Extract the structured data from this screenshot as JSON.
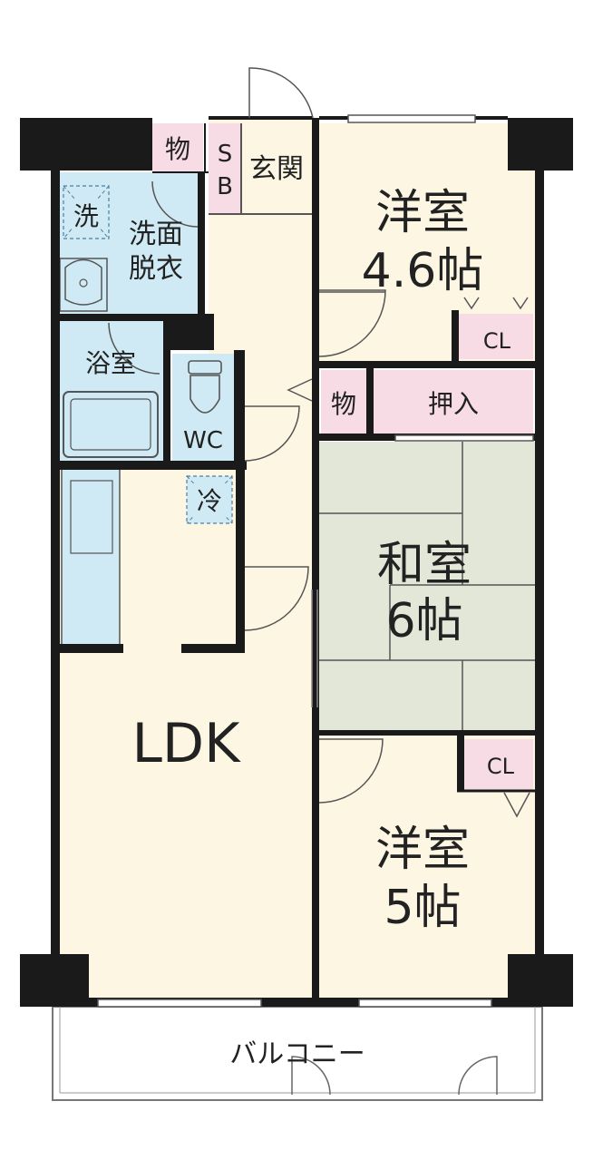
{
  "colors": {
    "wall": "#1a1a1a",
    "room_floor": "#fdf6e3",
    "water_area": "#cfeaf4",
    "storage": "#f7dbe5",
    "tatami": "#e3e7d8",
    "balcony": "#ffffff",
    "line": "#555555"
  },
  "rooms": {
    "western_a": {
      "name": "洋室",
      "size": "4.6帖"
    },
    "western_b": {
      "name": "洋室",
      "size": "5帖"
    },
    "japanese": {
      "name": "和室",
      "size": "6帖"
    },
    "ldk": {
      "name": "LDK"
    },
    "washroom": {
      "line1": "洗面",
      "line2": "脱衣"
    },
    "bath": {
      "name": "浴室"
    },
    "wc": {
      "name": "WC"
    },
    "entrance": {
      "name": "玄関"
    },
    "balcony": {
      "name": "バルコニー"
    }
  },
  "storage": {
    "closet_a": "CL",
    "closet_b": "CL",
    "oshiire": "押入",
    "mono_top": "物",
    "mono_mid": "物",
    "sb_top": "S",
    "sb_bottom": "B"
  },
  "equipment": {
    "washer": "洗",
    "fridge": "冷"
  }
}
